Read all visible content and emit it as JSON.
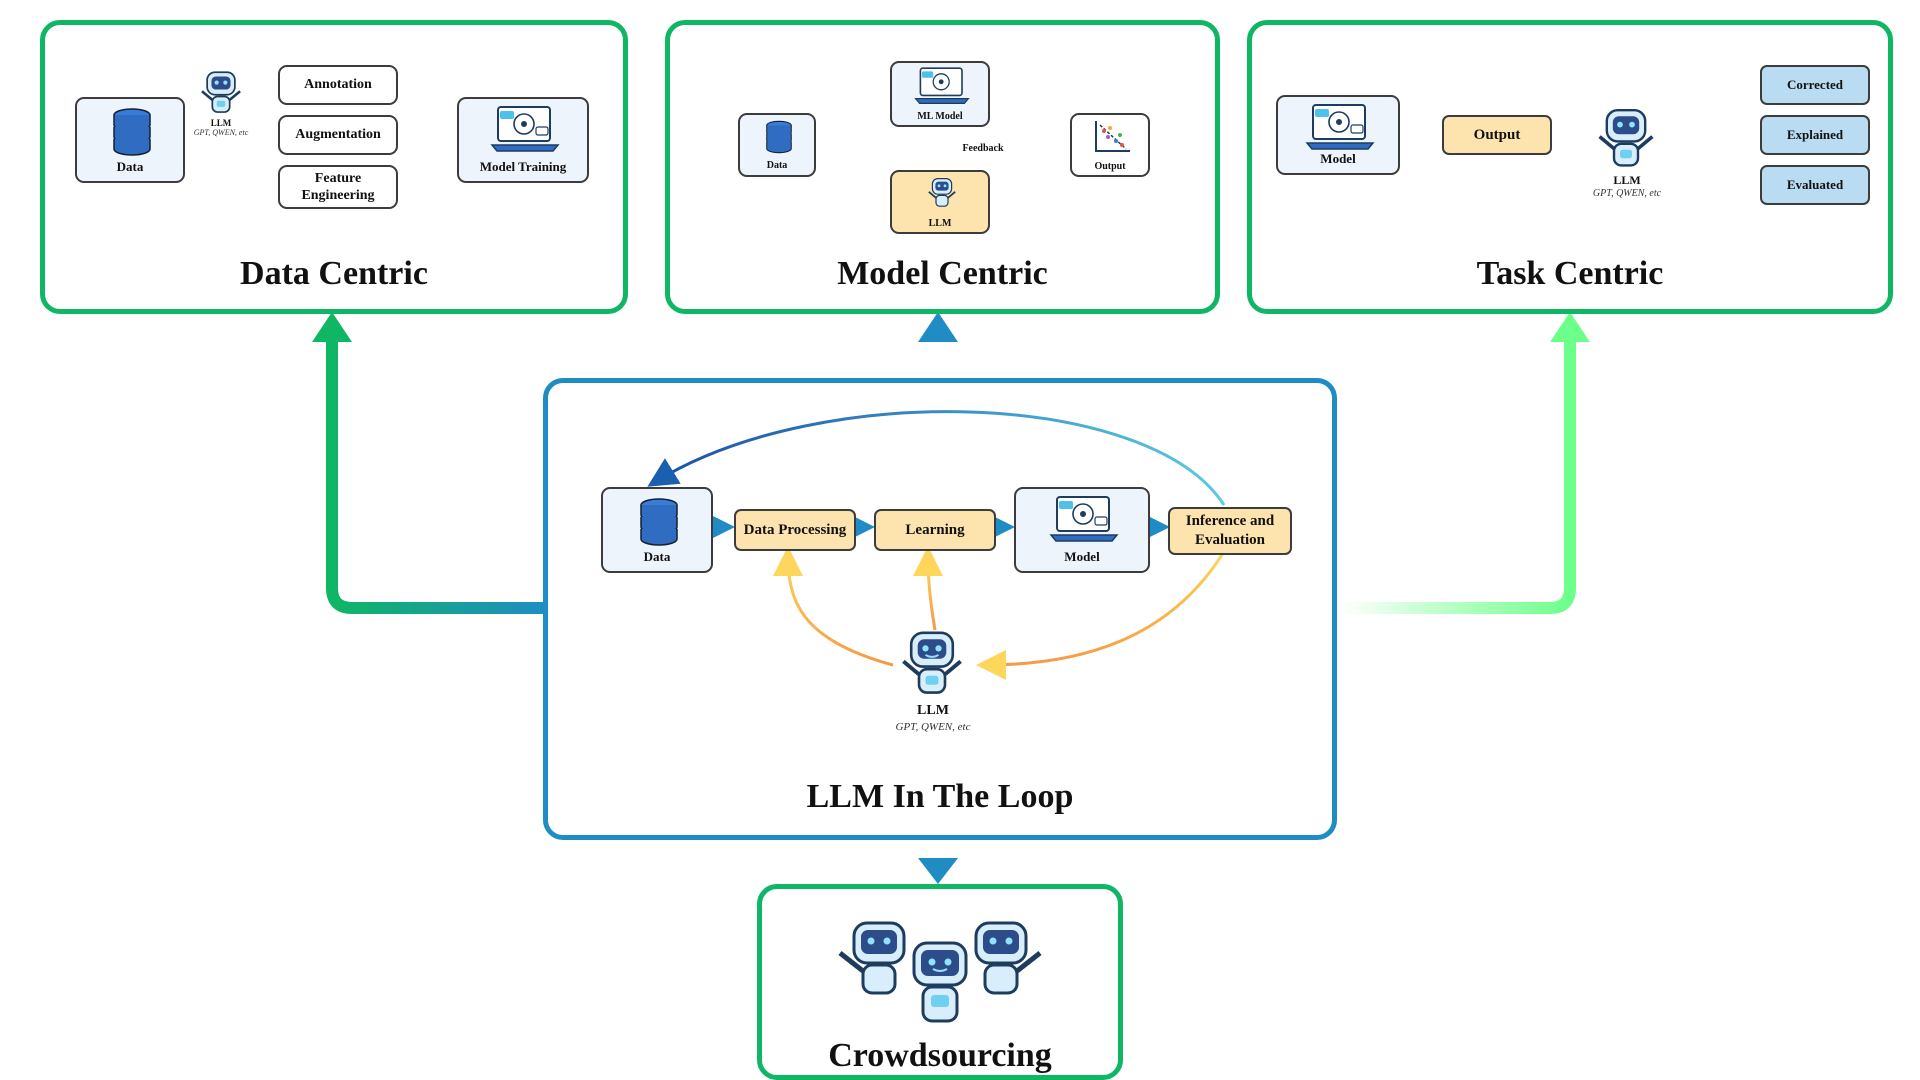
{
  "panels": {
    "data_centric": {
      "title": "Data Centric",
      "data_label": "Data",
      "llm_label": "LLM",
      "llm_sub": "GPT, QWEN, etc",
      "steps": [
        "Annotation",
        "Augmentation",
        "Feature Engineering"
      ],
      "model_training": "Model Training"
    },
    "model_centric": {
      "title": "Model Centric",
      "data_label": "Data",
      "ml_model": "ML Model",
      "feedback": "Feedback",
      "llm_label": "LLM",
      "output": "Output"
    },
    "task_centric": {
      "title": "Task Centric",
      "model": "Model",
      "output": "Output",
      "llm_label": "LLM",
      "llm_sub": "GPT, QWEN, etc",
      "results": [
        "Corrected",
        "Explained",
        "Evaluated"
      ]
    },
    "llm_loop": {
      "title": "LLM In The Loop",
      "data": "Data",
      "processing": "Data Processing",
      "learning": "Learning",
      "model": "Model",
      "inference": "Inference and Evaluation",
      "llm_label": "LLM",
      "llm_sub": "GPT, QWEN, etc"
    },
    "crowdsourcing": {
      "title": "Crowdsourcing"
    }
  },
  "icons": {
    "database": "database-icon",
    "robot": "robot-icon",
    "model": "neural-network-laptop-icon",
    "output": "scatter-plot-icon"
  },
  "colors": {
    "green": "#0fb664",
    "blue": "#1f8dc3",
    "yellow_box": "#fde3ad",
    "light_blue_box": "#b9dcf3",
    "orange_arrow": "#f5a64a",
    "dark_blue_arrow": "#1a5fb0"
  }
}
